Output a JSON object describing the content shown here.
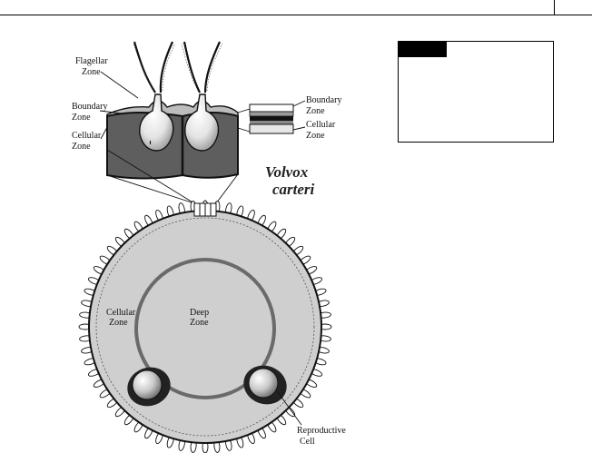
{
  "figure": {
    "title_line1": "Volvox",
    "title_line2": "carteri",
    "labels": {
      "flagellar_zone_1": "Flagellar",
      "flagellar_zone_2": "Zone",
      "boundary_zone_left_1": "Boundary",
      "boundary_zone_left_2": "Zone",
      "cellular_zone_left_1": "Cellular",
      "cellular_zone_left_2": "Zone",
      "boundary_zone_right_1": "Boundary",
      "boundary_zone_right_2": "Zone",
      "cellular_zone_right_1": "Cellular",
      "cellular_zone_right_2": "Zone",
      "cellular_zone_inner_1": "Cellular",
      "cellular_zone_inner_2": "Zone",
      "deep_zone_1": "Deep",
      "deep_zone_2": "Zone",
      "reproductive_cell_1": "Reproductive",
      "reproductive_cell_2": "Cell"
    }
  },
  "colors": {
    "cell_body": "#5e5e5e",
    "sphere_fill": "#cfcfcf",
    "deep_ring": "#6a6a6a",
    "ink": "#111111"
  }
}
